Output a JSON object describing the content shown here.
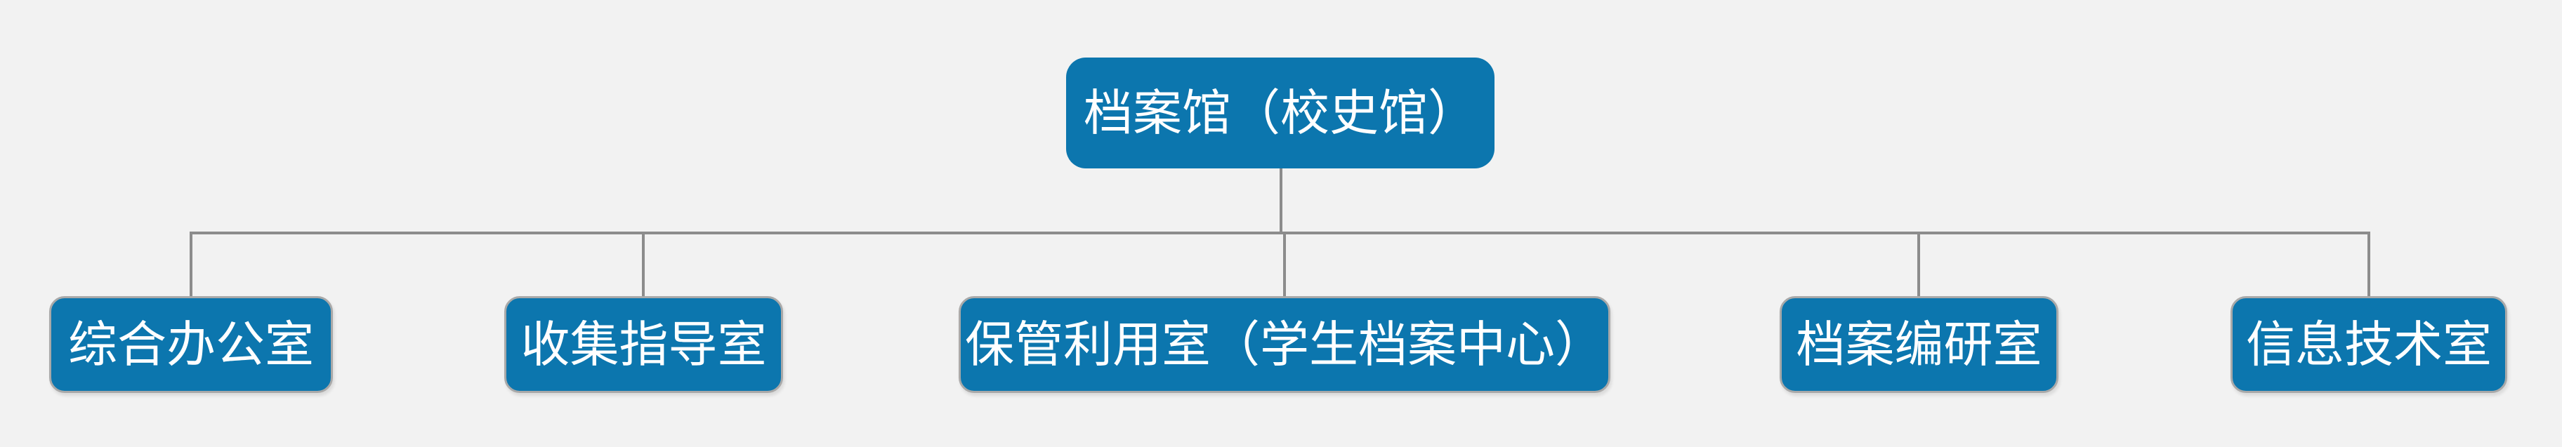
{
  "page": {
    "type": "organization-chart",
    "background_color": "#f2f2f2"
  },
  "org_chart": {
    "root": {
      "label": "档案馆（校史馆）"
    },
    "children": [
      {
        "label": "综合办公室"
      },
      {
        "label": "收集指导室"
      },
      {
        "label": "保管利用室（学生档案中心）"
      },
      {
        "label": "档案编研室"
      },
      {
        "label": "信息技术室"
      }
    ],
    "colors": {
      "background": "#f2f2f2",
      "node_fill": "#0c76ae",
      "node_text": "#ffffff",
      "child_node_border": "#a9a9a9",
      "connector_line": "#8c8c8c"
    }
  }
}
